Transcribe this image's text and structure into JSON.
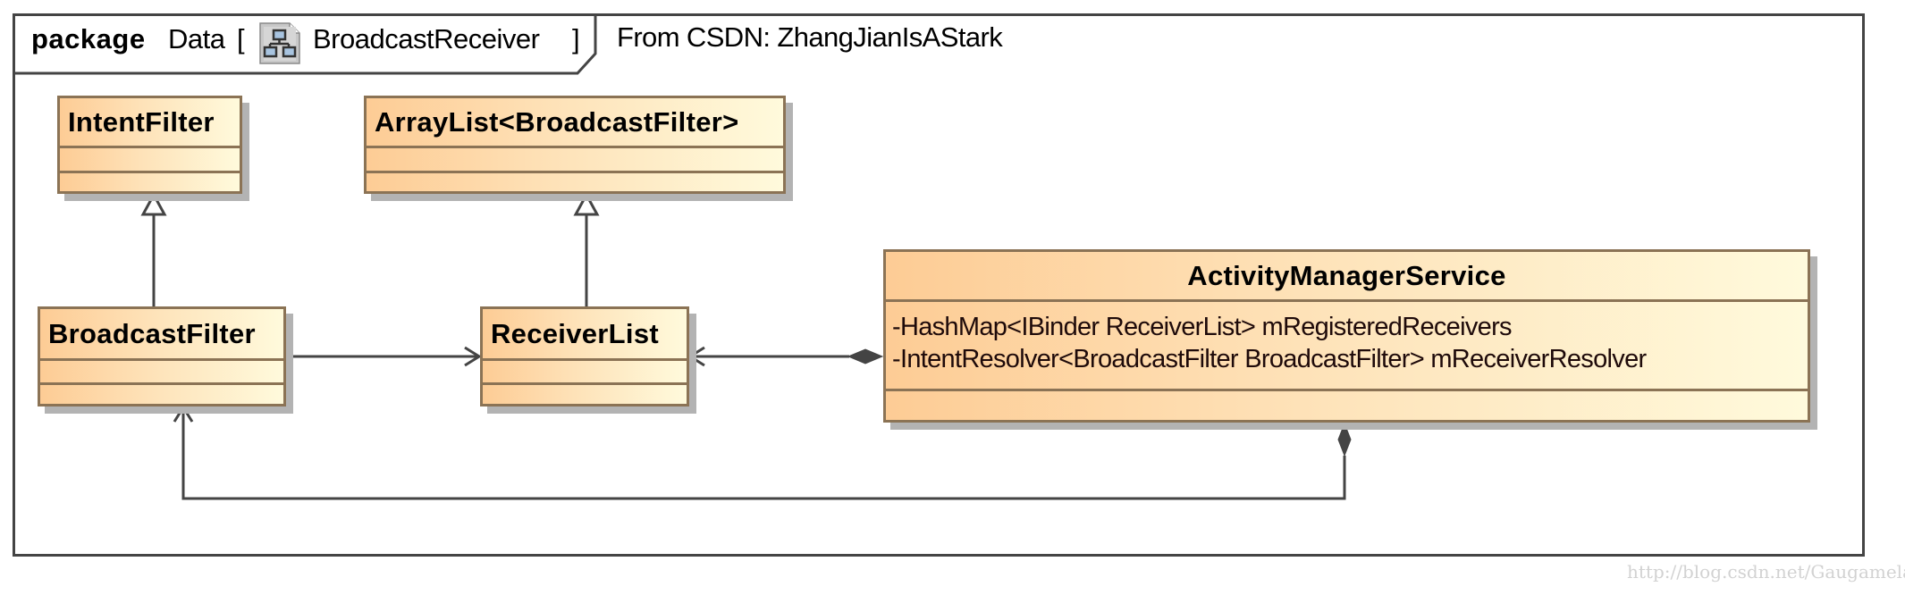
{
  "package": {
    "keyword": "package",
    "name": "Data",
    "open_bracket": "[",
    "diagram_icon": "class-diagram-icon",
    "diagram_name": "BroadcastReceiver",
    "close_bracket": "]"
  },
  "note": "From CSDN: ZhangJianIsAStark",
  "classes": [
    {
      "id": "intent-filter",
      "name": "IntentFilter",
      "attributes": [],
      "operations": []
    },
    {
      "id": "arraylist",
      "name": "ArrayList<BroadcastFilter>",
      "attributes": [],
      "operations": []
    },
    {
      "id": "broadcast-filter",
      "name": "BroadcastFilter",
      "attributes": [],
      "operations": []
    },
    {
      "id": "receiver-list",
      "name": "ReceiverList",
      "attributes": [],
      "operations": []
    },
    {
      "id": "activity-manager-service",
      "name": "ActivityManagerService",
      "attributes": [
        "-HashMap<IBinder ReceiverList> mRegisteredReceivers",
        "-IntentResolver<BroadcastFilter BroadcastFilter> mReceiverResolver"
      ],
      "operations": []
    }
  ],
  "relationships": [
    {
      "type": "generalization",
      "from": "BroadcastFilter",
      "to": "IntentFilter"
    },
    {
      "type": "generalization",
      "from": "ReceiverList",
      "to": "ArrayList<BroadcastFilter>"
    },
    {
      "type": "directed-association",
      "from": "BroadcastFilter",
      "to": "ReceiverList"
    },
    {
      "type": "composition",
      "whole": "ActivityManagerService",
      "part": "ReceiverList"
    },
    {
      "type": "composition",
      "whole": "ActivityManagerService",
      "part": "BroadcastFilter"
    }
  ],
  "colors": {
    "class_fill_left": "#fdcc95",
    "class_fill_right": "#fffadc",
    "class_border": "#8b7355",
    "line": "#444444",
    "shadow": "#b3b3b3"
  },
  "watermark": "http://blog.csdn.net/Gaugamela"
}
